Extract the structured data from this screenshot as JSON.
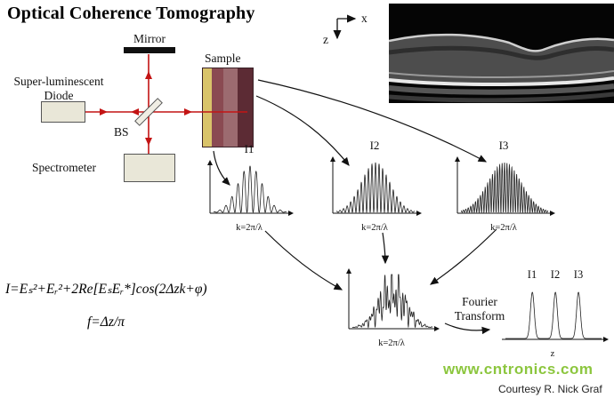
{
  "title": "Optical Coherence Tomography",
  "apparatus": {
    "mirror_label": "Mirror",
    "source_label": "Super-luminescent Diode",
    "beam_splitter_label": "BS",
    "spectrometer_label": "Spectrometer",
    "sample_label": "Sample"
  },
  "axes_gizmo": {
    "x": "x",
    "z": "z"
  },
  "equations": {
    "intensity": "I=Eₛ²+Eᵣ²+2Re[EₛEᵣ*]cos(2Δzk+φ)",
    "frequency": "f=Δz/π"
  },
  "fourier_transform_label": "Fourier Transform",
  "watermark": "www.cntronics.com",
  "credit": "Courtesy R. Nick Graf",
  "colors": {
    "beam_red": "#c31414",
    "watermark_green": "#8cc63e",
    "sample_layers": [
      "#d9c36a",
      "#8a4a52",
      "#9c6b70",
      "#5c2b34"
    ]
  },
  "plots": {
    "i1": {
      "label": "I1",
      "xlabel": "k=2π/λ",
      "type": "fringe",
      "freq": 12,
      "sigma": 0.17
    },
    "i2": {
      "label": "I2",
      "xlabel": "k=2π/λ",
      "type": "fringe",
      "freq": 22,
      "sigma": 0.18
    },
    "i3": {
      "label": "I3",
      "xlabel": "k=2π/λ",
      "type": "fringe",
      "freq": 36,
      "sigma": 0.19
    },
    "sum": {
      "xlabel": "k=2π/λ",
      "type": "sum",
      "freqs": [
        12,
        22,
        36
      ],
      "phases": [
        0.3,
        1.2,
        2.1
      ],
      "sigma": 0.17
    },
    "depth": {
      "labels": [
        "I1",
        "I2",
        "I3"
      ],
      "xlabel": "z",
      "type": "peaks",
      "centers": [
        0.28,
        0.52,
        0.76
      ],
      "peak_sigma": 0.02,
      "yaxis": false
    }
  }
}
